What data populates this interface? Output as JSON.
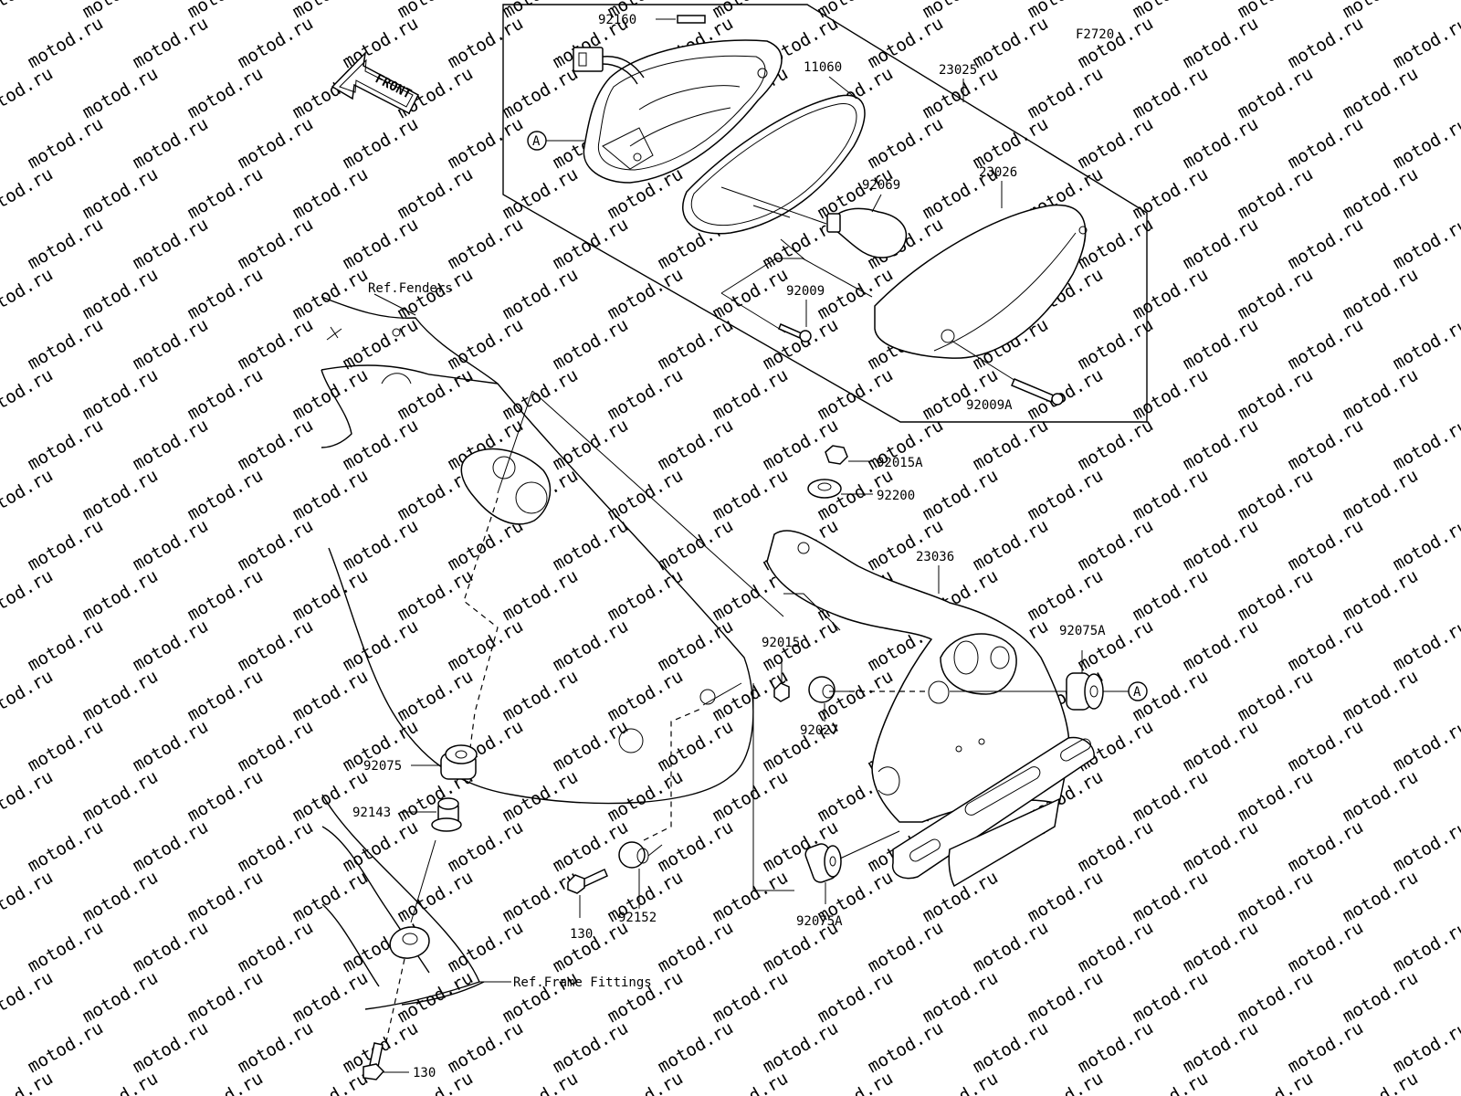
{
  "diagram": {
    "code": "F2720",
    "front_label": "FRONT",
    "watermark": "motod.ru",
    "ref_labels": {
      "fenders": "Ref.Fenders",
      "frame_fittings": "Ref.Frame Fittings"
    },
    "callout": "A",
    "parts": {
      "p92160": "92160",
      "p11060": "11060",
      "p23025": "23025",
      "p92069": "92069",
      "p23026": "23026",
      "p92009": "92009",
      "p92009A": "92009A",
      "p92015A": "92015A",
      "p92200": "92200",
      "p23036": "23036",
      "p92075A_top": "92075A",
      "p92015": "92015",
      "p92027": "92027",
      "p92075": "92075",
      "p92143": "92143",
      "p92152": "92152",
      "p130_mid": "130",
      "p92075A_bottom": "92075A",
      "p130_bottom": "130"
    }
  }
}
